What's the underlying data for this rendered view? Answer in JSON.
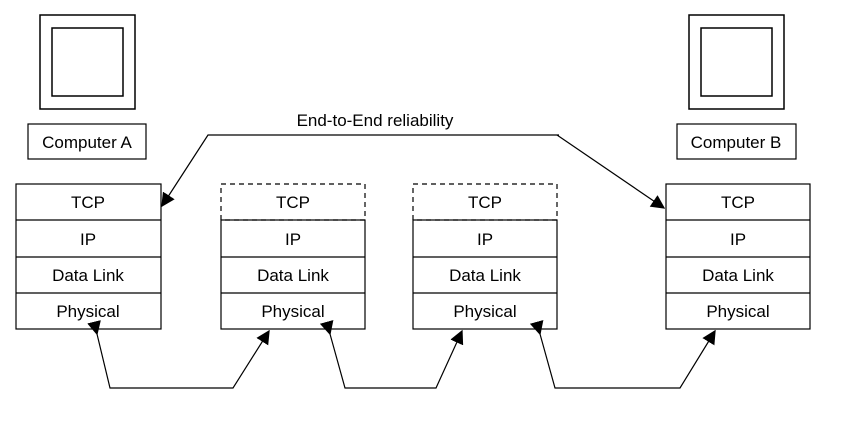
{
  "computers": [
    {
      "label": "Computer A"
    },
    {
      "label": "Computer B"
    }
  ],
  "annotation": {
    "label": "End-to-End reliability"
  },
  "stacks": [
    {
      "id": "host-a",
      "tcp_dashed": false,
      "layers": [
        "TCP",
        "IP",
        "Data Link",
        "Physical"
      ]
    },
    {
      "id": "router-1",
      "tcp_dashed": true,
      "layers": [
        "TCP",
        "IP",
        "Data Link",
        "Physical"
      ]
    },
    {
      "id": "router-2",
      "tcp_dashed": true,
      "layers": [
        "TCP",
        "IP",
        "Data Link",
        "Physical"
      ]
    },
    {
      "id": "host-b",
      "tcp_dashed": false,
      "layers": [
        "TCP",
        "IP",
        "Data Link",
        "Physical"
      ]
    }
  ],
  "colors": {
    "stroke": "#000000",
    "background": "#ffffff"
  }
}
